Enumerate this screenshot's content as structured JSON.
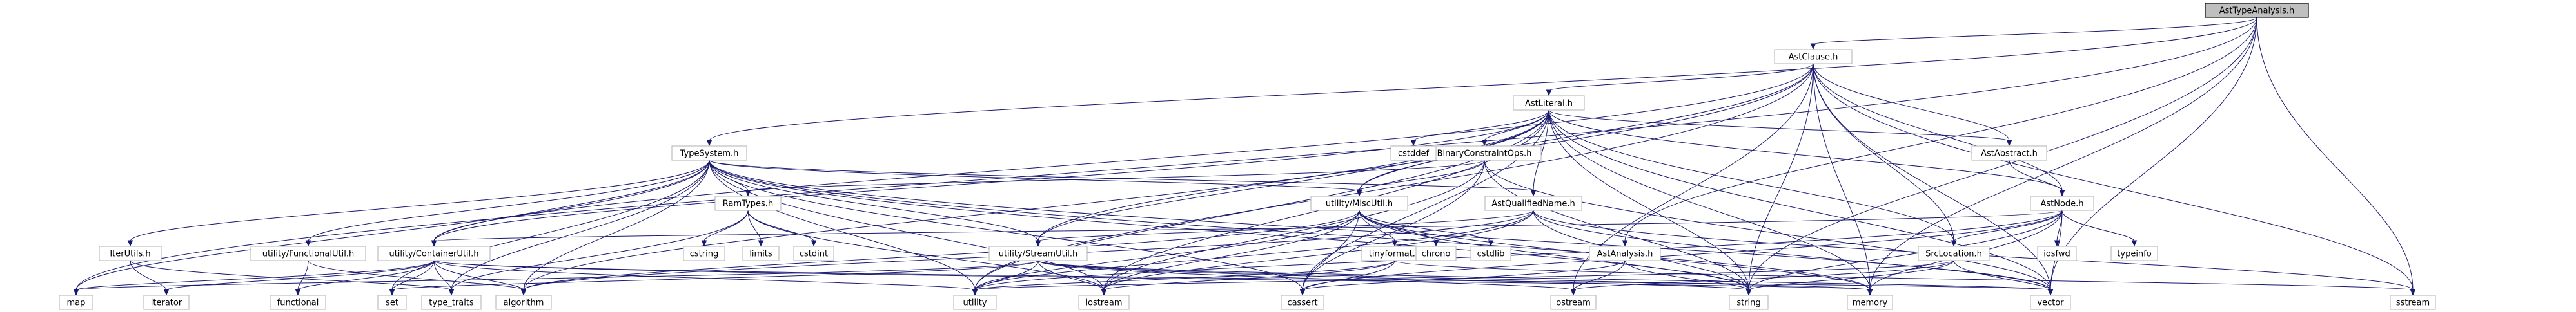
{
  "root": "AstTypeAnalysis.h",
  "nodes": [
    {
      "id": "AstTypeAnalysis.h",
      "label": "AstTypeAnalysis.h",
      "kind": "root"
    },
    {
      "id": "AstClause.h",
      "label": "AstClause.h"
    },
    {
      "id": "AstLiteral.h",
      "label": "AstLiteral.h"
    },
    {
      "id": "TypeSystem.h",
      "label": "TypeSystem.h"
    },
    {
      "id": "BinaryConstraintOps.h",
      "label": "BinaryConstraintOps.h"
    },
    {
      "id": "AstAbstract.h",
      "label": "AstAbstract.h"
    },
    {
      "id": "AstNode.h",
      "label": "AstNode.h"
    },
    {
      "id": "AstQualifiedName.h",
      "label": "AstQualifiedName.h"
    },
    {
      "id": "utility/MiscUtil.h",
      "label": "utility/MiscUtil.h"
    },
    {
      "id": "RamTypes.h",
      "label": "RamTypes.h"
    },
    {
      "id": "IterUtils.h",
      "label": "IterUtils.h"
    },
    {
      "id": "utility/FunctionalUtil.h",
      "label": "utility/FunctionalUtil.h"
    },
    {
      "id": "utility/ContainerUtil.h",
      "label": "utility/ContainerUtil.h"
    },
    {
      "id": "utility/StreamUtil.h",
      "label": "utility/StreamUtil.h"
    },
    {
      "id": "tinyformat.h",
      "label": "tinyformat.h"
    },
    {
      "id": "AstAnalysis.h",
      "label": "AstAnalysis.h"
    },
    {
      "id": "SrcLocation.h",
      "label": "SrcLocation.h"
    },
    {
      "id": "cstddef",
      "label": "cstddef"
    },
    {
      "id": "cstring",
      "label": "cstring"
    },
    {
      "id": "limits",
      "label": "limits"
    },
    {
      "id": "cstdint",
      "label": "cstdint"
    },
    {
      "id": "chrono",
      "label": "chrono"
    },
    {
      "id": "cstdlib",
      "label": "cstdlib"
    },
    {
      "id": "iosfwd",
      "label": "iosfwd"
    },
    {
      "id": "typeinfo",
      "label": "typeinfo"
    },
    {
      "id": "map",
      "label": "map"
    },
    {
      "id": "iterator",
      "label": "iterator"
    },
    {
      "id": "functional",
      "label": "functional"
    },
    {
      "id": "set",
      "label": "set"
    },
    {
      "id": "type_traits",
      "label": "type_traits"
    },
    {
      "id": "algorithm",
      "label": "algorithm"
    },
    {
      "id": "utility",
      "label": "utility"
    },
    {
      "id": "iostream",
      "label": "iostream"
    },
    {
      "id": "cassert",
      "label": "cassert"
    },
    {
      "id": "ostream",
      "label": "ostream"
    },
    {
      "id": "string",
      "label": "string"
    },
    {
      "id": "memory",
      "label": "memory"
    },
    {
      "id": "vector",
      "label": "vector"
    },
    {
      "id": "sstream",
      "label": "sstream"
    }
  ],
  "edges": [
    [
      "AstTypeAnalysis.h",
      "AstClause.h"
    ],
    [
      "AstTypeAnalysis.h",
      "TypeSystem.h"
    ],
    [
      "AstTypeAnalysis.h",
      "map"
    ],
    [
      "AstTypeAnalysis.h",
      "AstAnalysis.h"
    ],
    [
      "AstTypeAnalysis.h",
      "string"
    ],
    [
      "AstTypeAnalysis.h",
      "memory"
    ],
    [
      "AstTypeAnalysis.h",
      "vector"
    ],
    [
      "AstTypeAnalysis.h",
      "sstream"
    ],
    [
      "AstClause.h",
      "AstLiteral.h"
    ],
    [
      "AstClause.h",
      "AstAbstract.h"
    ],
    [
      "AstClause.h",
      "AstNode.h"
    ],
    [
      "AstClause.h",
      "SrcLocation.h"
    ],
    [
      "AstClause.h",
      "utility/ContainerUtil.h"
    ],
    [
      "AstClause.h",
      "utility/MiscUtil.h"
    ],
    [
      "AstClause.h",
      "utility/StreamUtil.h"
    ],
    [
      "AstClause.h",
      "ostream"
    ],
    [
      "AstClause.h",
      "string"
    ],
    [
      "AstClause.h",
      "memory"
    ],
    [
      "AstClause.h",
      "vector"
    ],
    [
      "AstClause.h",
      "sstream"
    ],
    [
      "AstClause.h",
      "utility"
    ],
    [
      "AstLiteral.h",
      "AstAbstract.h"
    ],
    [
      "AstLiteral.h",
      "AstNode.h"
    ],
    [
      "AstLiteral.h",
      "AstQualifiedName.h"
    ],
    [
      "AstLiteral.h",
      "BinaryConstraintOps.h"
    ],
    [
      "AstLiteral.h",
      "SrcLocation.h"
    ],
    [
      "AstLiteral.h",
      "utility/ContainerUtil.h"
    ],
    [
      "AstLiteral.h",
      "utility/MiscUtil.h"
    ],
    [
      "AstLiteral.h",
      "utility/StreamUtil.h"
    ],
    [
      "AstLiteral.h",
      "cstddef"
    ],
    [
      "AstLiteral.h",
      "iostream"
    ],
    [
      "AstLiteral.h",
      "memory"
    ],
    [
      "AstLiteral.h",
      "string"
    ],
    [
      "AstLiteral.h",
      "vector"
    ],
    [
      "AstLiteral.h",
      "algorithm"
    ],
    [
      "AstLiteral.h",
      "utility"
    ],
    [
      "AstLiteral.h",
      "cassert"
    ],
    [
      "BinaryConstraintOps.h",
      "RamTypes.h"
    ],
    [
      "BinaryConstraintOps.h",
      "utility/MiscUtil.h"
    ],
    [
      "BinaryConstraintOps.h",
      "cassert"
    ],
    [
      "BinaryConstraintOps.h",
      "iostream"
    ],
    [
      "BinaryConstraintOps.h",
      "string"
    ],
    [
      "BinaryConstraintOps.h",
      "vector"
    ],
    [
      "AstAbstract.h",
      "AstNode.h"
    ],
    [
      "AstNode.h",
      "SrcLocation.h"
    ],
    [
      "AstNode.h",
      "utility/ContainerUtil.h"
    ],
    [
      "AstNode.h",
      "iosfwd"
    ],
    [
      "AstNode.h",
      "memory"
    ],
    [
      "AstNode.h",
      "string"
    ],
    [
      "AstNode.h",
      "typeinfo"
    ],
    [
      "AstNode.h",
      "vector"
    ],
    [
      "AstNode.h",
      "utility"
    ],
    [
      "AstNode.h",
      "cassert"
    ],
    [
      "AstQualifiedName.h",
      "utility/StreamUtil.h"
    ],
    [
      "AstQualifiedName.h",
      "algorithm"
    ],
    [
      "AstQualifiedName.h",
      "iostream"
    ],
    [
      "AstQualifiedName.h",
      "sstream"
    ],
    [
      "AstQualifiedName.h",
      "string"
    ],
    [
      "AstQualifiedName.h",
      "utility"
    ],
    [
      "AstQualifiedName.h",
      "vector"
    ],
    [
      "TypeSystem.h",
      "AstQualifiedName.h"
    ],
    [
      "TypeSystem.h",
      "RamTypes.h"
    ],
    [
      "TypeSystem.h",
      "IterUtils.h"
    ],
    [
      "TypeSystem.h",
      "utility/FunctionalUtil.h"
    ],
    [
      "TypeSystem.h",
      "utility/ContainerUtil.h"
    ],
    [
      "TypeSystem.h",
      "utility/StreamUtil.h"
    ],
    [
      "TypeSystem.h",
      "utility/MiscUtil.h"
    ],
    [
      "TypeSystem.h",
      "map"
    ],
    [
      "TypeSystem.h",
      "set"
    ],
    [
      "TypeSystem.h",
      "algorithm"
    ],
    [
      "TypeSystem.h",
      "utility"
    ],
    [
      "TypeSystem.h",
      "iostream"
    ],
    [
      "TypeSystem.h",
      "cassert"
    ],
    [
      "TypeSystem.h",
      "memory"
    ],
    [
      "TypeSystem.h",
      "string"
    ],
    [
      "TypeSystem.h",
      "vector"
    ],
    [
      "TypeSystem.h",
      "type_traits"
    ],
    [
      "RamTypes.h",
      "cstring"
    ],
    [
      "RamTypes.h",
      "limits"
    ],
    [
      "RamTypes.h",
      "cstdint"
    ],
    [
      "RamTypes.h",
      "iostream"
    ],
    [
      "RamTypes.h",
      "type_traits"
    ],
    [
      "IterUtils.h",
      "iterator"
    ],
    [
      "IterUtils.h",
      "type_traits"
    ],
    [
      "utility/FunctionalUtil.h",
      "functional"
    ],
    [
      "utility/FunctionalUtil.h",
      "algorithm"
    ],
    [
      "utility/ContainerUtil.h",
      "map"
    ],
    [
      "utility/ContainerUtil.h",
      "set"
    ],
    [
      "utility/ContainerUtil.h",
      "type_traits"
    ],
    [
      "utility/ContainerUtil.h",
      "algorithm"
    ],
    [
      "utility/ContainerUtil.h",
      "functional"
    ],
    [
      "utility/ContainerUtil.h",
      "iterator"
    ],
    [
      "utility/ContainerUtil.h",
      "utility"
    ],
    [
      "utility/ContainerUtil.h",
      "memory"
    ],
    [
      "utility/ContainerUtil.h",
      "vector"
    ],
    [
      "utility/StreamUtil.h",
      "map"
    ],
    [
      "utility/StreamUtil.h",
      "set"
    ],
    [
      "utility/StreamUtil.h",
      "utility"
    ],
    [
      "utility/StreamUtil.h",
      "iostream"
    ],
    [
      "utility/StreamUtil.h",
      "memory"
    ],
    [
      "utility/StreamUtil.h",
      "ostream"
    ],
    [
      "utility/StreamUtil.h",
      "string"
    ],
    [
      "utility/StreamUtil.h",
      "vector"
    ],
    [
      "utility/MiscUtil.h",
      "tinyformat.h"
    ],
    [
      "utility/MiscUtil.h",
      "chrono"
    ],
    [
      "utility/MiscUtil.h",
      "cstdlib"
    ],
    [
      "utility/MiscUtil.h",
      "cassert"
    ],
    [
      "utility/MiscUtil.h",
      "iostream"
    ],
    [
      "utility/MiscUtil.h",
      "memory"
    ],
    [
      "utility/MiscUtil.h",
      "utility"
    ],
    [
      "utility/MiscUtil.h",
      "algorithm"
    ],
    [
      "utility/MiscUtil.h",
      "string"
    ],
    [
      "tinyformat.h",
      "cassert"
    ],
    [
      "tinyformat.h",
      "iostream"
    ],
    [
      "tinyformat.h",
      "sstream"
    ],
    [
      "tinyformat.h",
      "utility"
    ],
    [
      "AstAnalysis.h",
      "ostream"
    ],
    [
      "AstAnalysis.h",
      "string"
    ],
    [
      "AstAnalysis.h",
      "cassert"
    ],
    [
      "SrcLocation.h",
      "string"
    ],
    [
      "SrcLocation.h",
      "vector"
    ],
    [
      "SrcLocation.h",
      "ostream"
    ],
    [
      "SrcLocation.h",
      "utility"
    ]
  ]
}
